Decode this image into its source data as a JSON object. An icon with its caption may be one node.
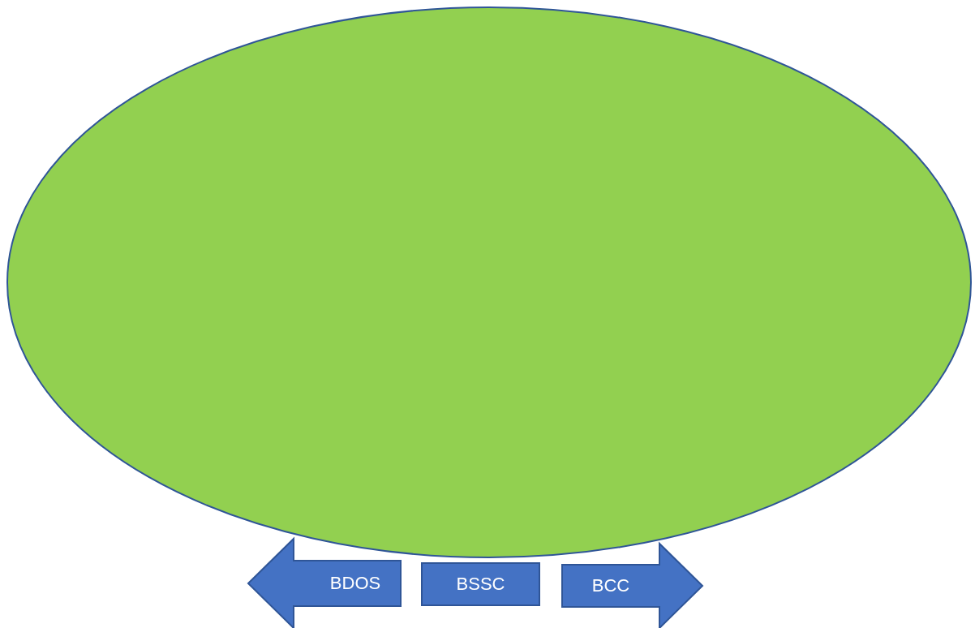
{
  "diagram": {
    "nodes": [
      {
        "text": [],
        "shape": "ellipse"
      },
      {
        "text": [
          "BDOS"
        ]
      },
      {
        "text": [
          "BSSC"
        ]
      },
      {
        "text": [
          "BCC"
        ]
      }
    ]
  }
}
